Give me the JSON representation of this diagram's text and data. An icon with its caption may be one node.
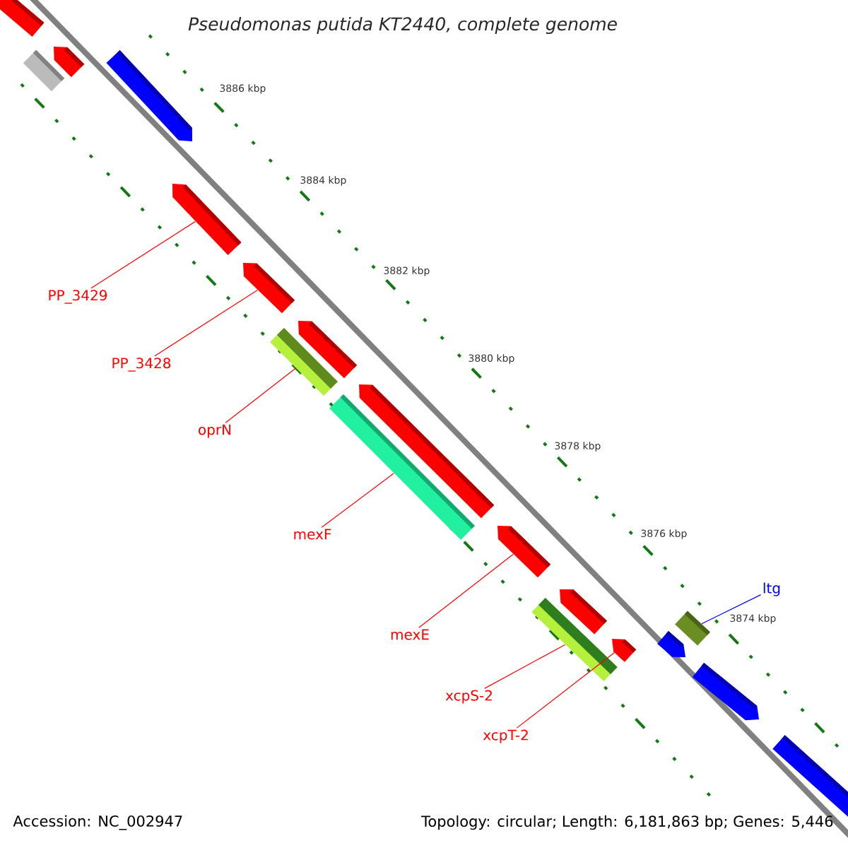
{
  "diagram": {
    "title": "Pseudomonas putida KT2440, complete genome",
    "nodes": [
      {
        "text": [],
        "shape": "pentagon"
      },
      {
        "text": [],
        "shape": "pentagon"
      },
      {
        "text": [],
        "shape": "bar"
      },
      {
        "text": [],
        "shape": "pentagon"
      },
      {
        "text": [
          "PP_3429"
        ]
      },
      {
        "text": [],
        "shape": "pentagon"
      },
      {
        "text": [
          "PP_3428"
        ]
      },
      {
        "text": [],
        "shape": "pentagon"
      },
      {
        "text": [],
        "shape": "pentagon"
      },
      {
        "text": [
          "oprN"
        ]
      },
      {
        "text": [],
        "shape": "bar"
      },
      {
        "text": [],
        "shape": "pentagon"
      },
      {
        "text": [
          "mexF"
        ]
      },
      {
        "text": [],
        "shape": "bar"
      },
      {
        "text": [
          "mexE"
        ]
      },
      {
        "text": [],
        "shape": "pentagon"
      },
      {
        "text": [],
        "shape": "pentagon"
      },
      {
        "text": [
          "xcpS-2"
        ]
      },
      {
        "text": [],
        "shape": "bar"
      },
      {
        "text": [
          "xcpT-2"
        ]
      },
      {
        "text": [],
        "shape": "pentagon"
      },
      {
        "text": [
          "ltg"
        ]
      },
      {
        "text": [],
        "shape": "bar"
      },
      {
        "text": [],
        "shape": "pentagon"
      },
      {
        "text": [],
        "shape": "pentagon"
      },
      {
        "text": [],
        "shape": "pentagon"
      }
    ],
    "edges": [
      {
        "from": 4,
        "to": 5,
        "arrow": "none"
      },
      {
        "from": 6,
        "to": 7,
        "arrow": "none"
      },
      {
        "from": 9,
        "to": 10,
        "arrow": "none"
      },
      {
        "from": 12,
        "to": 13,
        "arrow": "none"
      },
      {
        "from": 14,
        "to": 15,
        "arrow": "none"
      },
      {
        "from": 17,
        "to": 18,
        "arrow": "none"
      },
      {
        "from": 19,
        "to": 20,
        "arrow": "none"
      },
      {
        "from": 21,
        "to": 22,
        "arrow": "none",
        "color": "#0000ff"
      }
    ],
    "labels": [
      "3886 kbp",
      "3884 kbp",
      "3882 kbp",
      "3880 kbp",
      "3878 kbp",
      "3876 kbp",
      "3874 kbp",
      "Accession: NC_002947",
      "Topology: circular; Length: 6,181,863 bp; Genes: 5,446"
    ]
  }
}
